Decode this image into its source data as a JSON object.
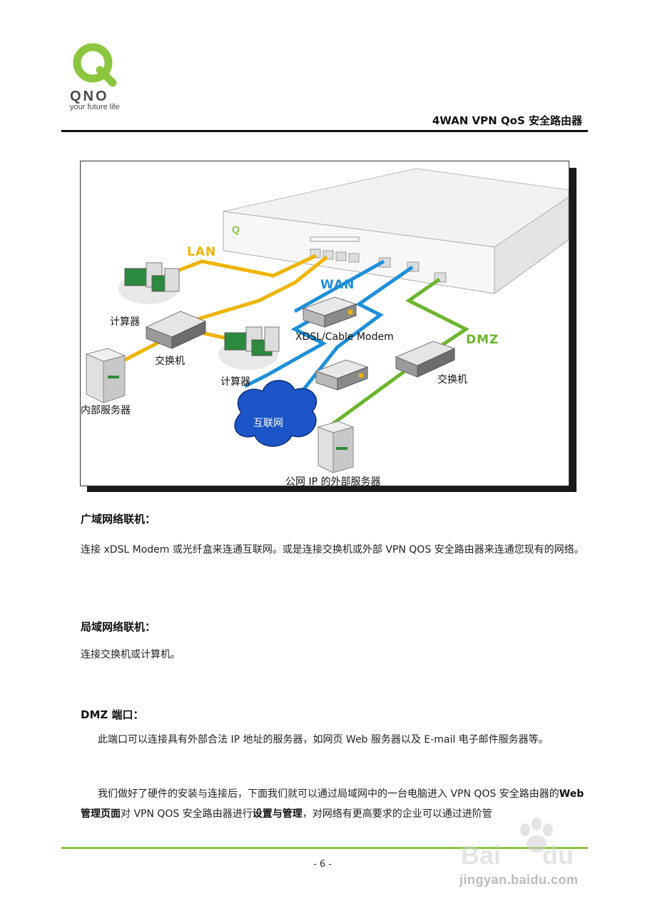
{
  "header": {
    "logo_text": "QNO",
    "logo_tagline": "your future life",
    "title": "4WAN VPN QoS 安全路由器"
  },
  "figure": {
    "labels": {
      "lan": "LAN",
      "wan": "WAN",
      "dmz": "DMZ",
      "computers_1": "计算器",
      "computers_2": "计算器",
      "switch_1": "交换机",
      "switch_2": "交换机",
      "internal_server": "内部服务器",
      "modem": "XDSL/Cable Modem",
      "internet": "互联网",
      "external_server": "公网 IP 的外部服务器"
    },
    "colors": {
      "lan": "#f0b400",
      "wan": "#1e8fd8",
      "dmz": "#6cb52d"
    }
  },
  "sections": {
    "wan_title": "广域网络联机：",
    "wan_text": "连接 xDSL Modem 或光纤盒来连通互联网。或是连接交换机或外部 VPN QOS 安全路由器来连通您现有的网络。",
    "lan_title": "局域网络联机：",
    "lan_text": "连接交换机或计算机。",
    "dmz_title": "DMZ 端口：",
    "dmz_text": "此端口可以连接具有外部合法 IP 地址的服务器，如网页 Web 服务器以及 E-mail 电子邮件服务器等。",
    "final_p1": "我们做好了硬件的安装与连接后，下面我们就可以通过局域网中的一台电脑进入 VPN QOS 安全路由器的",
    "final_b1": "Web 管理页面",
    "final_p2": "对 VPN QOS 安全路由器进行",
    "final_b2": "设置与管理",
    "final_p3": "，对网络有更高要求的企业可以通过进阶管"
  },
  "footer": {
    "page_number": "- 6 -",
    "watermark_url": "jingyan.baidu.com"
  }
}
